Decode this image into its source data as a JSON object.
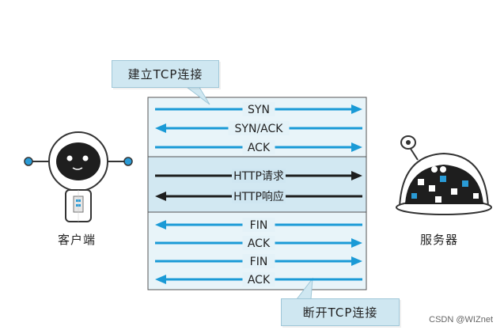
{
  "callouts": {
    "establish": "建立TCP连接",
    "disconnect": "断开TCP连接"
  },
  "actors": {
    "client": "客户端",
    "server": "服务器"
  },
  "phases": [
    {
      "name": "handshake",
      "messages": [
        {
          "label": "SYN",
          "direction": "right"
        },
        {
          "label": "SYN/ACK",
          "direction": "left"
        },
        {
          "label": "ACK",
          "direction": "right"
        }
      ]
    },
    {
      "name": "http",
      "messages": [
        {
          "label": "HTTP请求",
          "direction": "right"
        },
        {
          "label": "HTTP响应",
          "direction": "left"
        }
      ]
    },
    {
      "name": "teardown",
      "messages": [
        {
          "label": "FIN",
          "direction": "left"
        },
        {
          "label": "ACK",
          "direction": "right"
        },
        {
          "label": "FIN",
          "direction": "right"
        },
        {
          "label": "ACK",
          "direction": "left"
        }
      ]
    }
  ],
  "colors": {
    "arrow_blue": "#1a9ad6",
    "arrow_dark": "#1e1e1e",
    "panel_fill": "#e4f2f8",
    "panel_mid": "#cfe6f1",
    "panel_border": "#555555",
    "callout_fill": "#cfe7f1"
  },
  "watermark": "CSDN @WIZnet"
}
